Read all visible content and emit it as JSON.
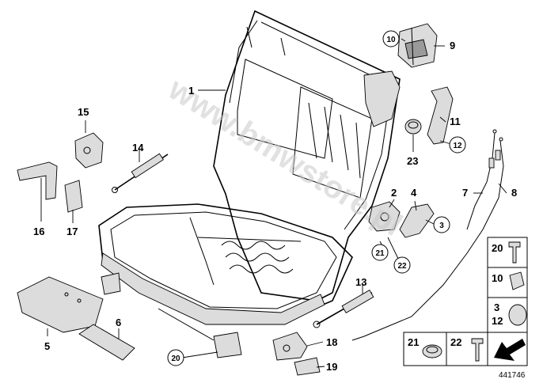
{
  "watermark": "www.bmwstore.pl",
  "reference_number": "441746",
  "callouts": {
    "c1": "1",
    "c2": "2",
    "c3": "3",
    "c4": "4",
    "c5": "5",
    "c6": "6",
    "c7": "7",
    "c8": "8",
    "c9": "9",
    "c10": "10",
    "c11": "11",
    "c12": "12",
    "c13": "13",
    "c14": "14",
    "c15": "15",
    "c16": "16",
    "c17": "17",
    "c18": "18",
    "c19": "19",
    "c20": "20",
    "c21": "21",
    "c22": "22",
    "c23": "23"
  },
  "legend": {
    "l20": "20",
    "l10": "10",
    "l3": "3",
    "l12": "12",
    "l21": "21",
    "l22": "22"
  }
}
